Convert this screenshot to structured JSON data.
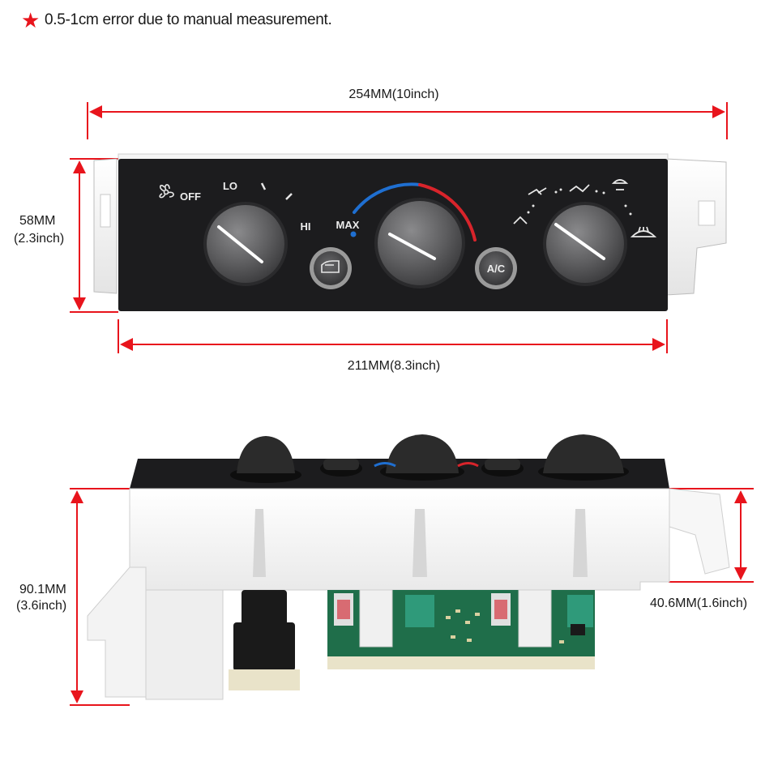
{
  "note": {
    "star_icon": "red-star",
    "text": "0.5-1cm error due to manual measurement."
  },
  "dimensions": {
    "overall_width": "254MM(10inch)",
    "height_mm": "58MM",
    "height_in": "(2.3inch)",
    "face_width": "211MM(8.3inch)",
    "depth_mm": "90.1MM",
    "depth_in": "(3.6inch)",
    "side_height": "40.6MM(1.6inch)"
  },
  "panel_labels": {
    "off": "OFF",
    "lo": "LO",
    "hi": "HI",
    "max": "MAX",
    "ac": "A/C"
  },
  "colors": {
    "dimension_line": "#e8141c",
    "panel_face": "#1c1c1e",
    "knob": "#5a5a5c",
    "housing": "#f2f2f2",
    "temp_cold": "#1f6fd1",
    "temp_hot": "#d8242b",
    "pcb": "#1f6e4a"
  }
}
